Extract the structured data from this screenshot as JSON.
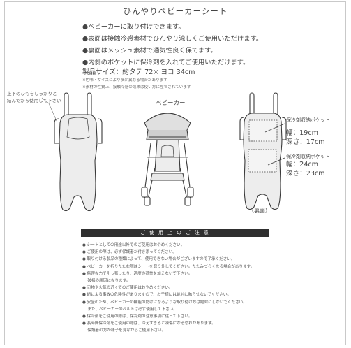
{
  "title": "ひんやりベビーカーシート",
  "features": [
    "●ベビーカーに取り付けできます。",
    "●表面は接触冷感素材でひんやり涼しくご使用いただけます。",
    "●裏面はメッシュ素材で通気性良く保てます。",
    "●内側のポケットに保冷剤を入れてご使用いただけます。"
  ],
  "size_text": "製品サイズ：約タテ 72× ヨコ 34cm",
  "notes": [
    "※色味・サイズにより多少異なる場合があります",
    "※素材の性質上、接触冷感の効果は使い方に左右されています"
  ],
  "left_label": [
    "上下のひもをしっかりと",
    "結んでから使用して下さい"
  ],
  "stroller_label": "ベビーカー",
  "pocket_upper": {
    "label": "保冷剤収納ポケット",
    "width": "幅：19cm",
    "depth": "深さ：17cm"
  },
  "pocket_lower": {
    "label": "保冷剤収納ポケット",
    "width": "幅：24cm",
    "depth": "深さ：23cm"
  },
  "back_label": "（裏面）",
  "caution_title": "ご 使 用 上 の ご 注 意",
  "cautions": [
    "● シートとしての用途以外でのご使用はおやめください。",
    "● ご使用の際は、必ず保護者が付き添ってください。",
    "● 取り付ける製品の種類によって、使用できない場合がございますので了承ください。",
    "● ベビーカーを折りたたむ際はシートを取り外してください。たたみづらくなる場合があります。",
    "● 無理な力で引っ張ったり、過度の荷重を加えないで下さい。",
    "　 破損の原因になります。",
    "● 刃物や火気の近くでのご使用はおやめください。",
    "● 紐による事故の危険性がありますので、お子様には絶対に触らせないでください。",
    "● 安全のため、ベビーカーの機能の妨げになるような取り付け方は絶対にしないでください。",
    "　 また、ベビーカーのベルトは必ず使用して下さい。",
    "● 保冷剤をご使用の際は、保冷剤の注意事項に従って下さい。",
    "● 長時間保冷剤をご使用の際は、冷えすぎると凍傷になる恐れがあります。",
    "　 保護者の方が様子を見ながらご使用下さい。"
  ],
  "colors": {
    "seat_fill": "#ededed",
    "outline": "#3a3a3a",
    "caution_bar": "#2f2f2f"
  }
}
